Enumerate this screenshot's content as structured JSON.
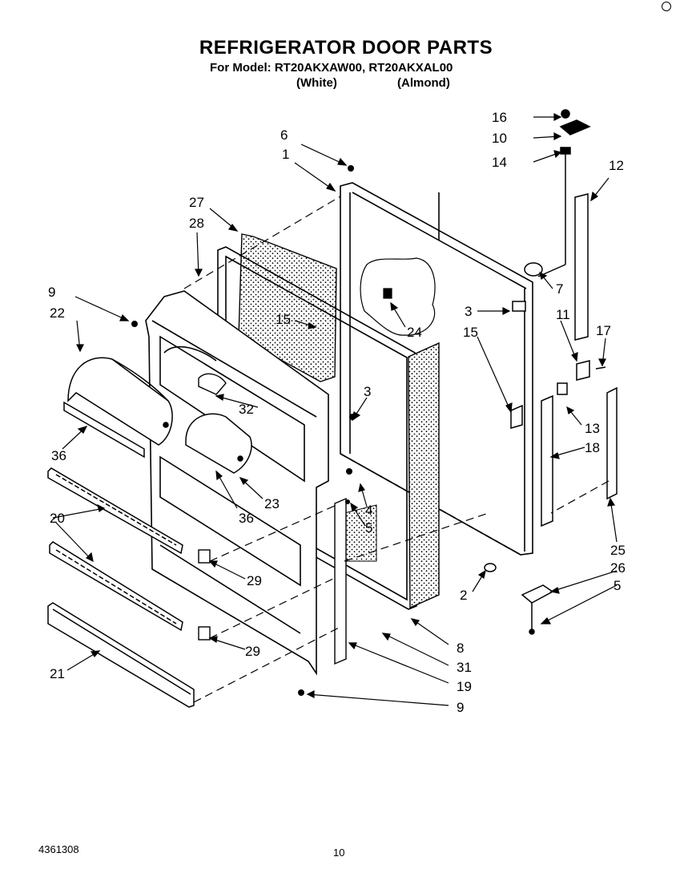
{
  "header": {
    "title": "REFRIGERATOR DOOR PARTS",
    "for_model": "For Model: RT20AKXAW00, RT20AKXAL00",
    "variant_white": "(White)",
    "variant_almond": "(Almond)"
  },
  "footer": {
    "doc_number": "4361308",
    "page_number": "10"
  },
  "callouts": {
    "c16": "16",
    "c10": "10",
    "c14": "14",
    "c12": "12",
    "c6": "6",
    "c1": "1",
    "c27": "27",
    "c28": "28",
    "c7": "7",
    "c9a": "9",
    "c22": "22",
    "c15a": "15",
    "c24": "24",
    "c3a": "3",
    "c15b": "15",
    "c11": "11",
    "c17": "17",
    "c3b": "3",
    "c32": "32",
    "c13": "13",
    "c18": "18",
    "c36a": "36",
    "c23": "23",
    "c4": "4",
    "c5a": "5",
    "c36b": "36",
    "c20": "20",
    "c25": "25",
    "c26": "26",
    "c5b": "5",
    "c2": "2",
    "c29a": "29",
    "c8": "8",
    "c29b": "29",
    "c31": "31",
    "c21": "21",
    "c19": "19",
    "c9b": "9"
  }
}
